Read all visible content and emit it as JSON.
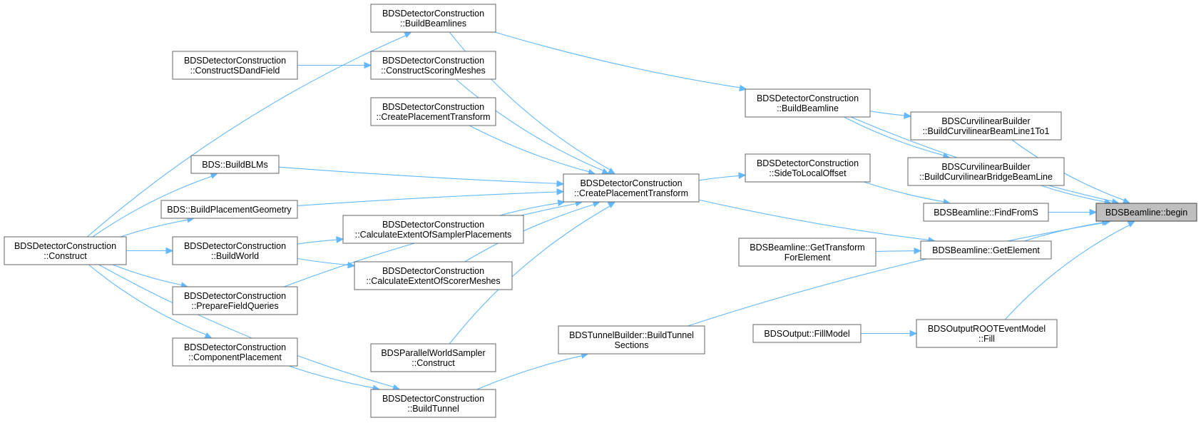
{
  "graph": {
    "nodes": [
      {
        "id": "begin",
        "lines": [
          "BDSBeamline::begin"
        ],
        "root": true
      },
      {
        "id": "buildBeamlines",
        "lines": [
          "BDSDetectorConstruction",
          "::BuildBeamlines"
        ]
      },
      {
        "id": "constructSD",
        "lines": [
          "BDSDetectorConstruction",
          "::ConstructSDandField"
        ]
      },
      {
        "id": "scoringMeshes",
        "lines": [
          "BDSDetectorConstruction",
          "::ConstructScoringMeshes"
        ]
      },
      {
        "id": "cptB",
        "lines": [
          "BDSDetectorConstruction",
          "::CreatePlacementTransform"
        ]
      },
      {
        "id": "buildBLMs",
        "lines": [
          "BDS::BuildBLMs"
        ]
      },
      {
        "id": "bpg",
        "lines": [
          "BDS::BuildPlacementGeometry"
        ]
      },
      {
        "id": "construct",
        "lines": [
          "BDSDetectorConstruction",
          "::Construct"
        ]
      },
      {
        "id": "buildWorld",
        "lines": [
          "BDSDetectorConstruction",
          "::BuildWorld"
        ]
      },
      {
        "id": "prepField",
        "lines": [
          "BDSDetectorConstruction",
          "::PrepareFieldQueries"
        ]
      },
      {
        "id": "compPlace",
        "lines": [
          "BDSDetectorConstruction",
          "::ComponentPlacement"
        ]
      },
      {
        "id": "extSampler",
        "lines": [
          "BDSDetectorConstruction",
          "::CalculateExtentOfSamplerPlacements"
        ]
      },
      {
        "id": "extScorer",
        "lines": [
          "BDSDetectorConstruction",
          "::CalculateExtentOfScorerMeshes"
        ]
      },
      {
        "id": "pwsConstruct",
        "lines": [
          "BDSParallelWorldSampler",
          "::Construct"
        ]
      },
      {
        "id": "buildTunnel",
        "lines": [
          "BDSDetectorConstruction",
          "::BuildTunnel"
        ]
      },
      {
        "id": "cptMain",
        "lines": [
          "BDSDetectorConstruction",
          "::CreatePlacementTransform"
        ]
      },
      {
        "id": "tunnelSections",
        "lines": [
          "BDSTunnelBuilder::BuildTunnel",
          "Sections"
        ]
      },
      {
        "id": "buildBeamline",
        "lines": [
          "BDSDetectorConstruction",
          "::BuildBeamline"
        ]
      },
      {
        "id": "sideToLocal",
        "lines": [
          "BDSDetectorConstruction",
          "::SideToLocalOffset"
        ]
      },
      {
        "id": "getTransform",
        "lines": [
          "BDSBeamline::GetTransform",
          "ForElement"
        ]
      },
      {
        "id": "fillModel",
        "lines": [
          "BDSOutput::FillModel"
        ]
      },
      {
        "id": "curv1to1",
        "lines": [
          "BDSCurvilinearBuilder",
          "::BuildCurvilinearBeamLine1To1"
        ]
      },
      {
        "id": "curvBridge",
        "lines": [
          "BDSCurvilinearBuilder",
          "::BuildCurvilinearBridgeBeamLine"
        ]
      },
      {
        "id": "findFromS",
        "lines": [
          "BDSBeamline::FindFromS"
        ]
      },
      {
        "id": "getElement",
        "lines": [
          "BDSBeamline::GetElement"
        ]
      },
      {
        "id": "rootFill",
        "lines": [
          "BDSOutputROOTEventModel",
          "::Fill"
        ]
      }
    ],
    "edges": [
      {
        "from": "construct",
        "to": "buildBeamlines"
      },
      {
        "from": "construct",
        "to": "buildBLMs"
      },
      {
        "from": "construct",
        "to": "bpg"
      },
      {
        "from": "construct",
        "to": "buildWorld"
      },
      {
        "from": "construct",
        "to": "prepField"
      },
      {
        "from": "construct",
        "to": "compPlace"
      },
      {
        "from": "construct",
        "to": "buildTunnel"
      },
      {
        "from": "constructSD",
        "to": "scoringMeshes"
      },
      {
        "from": "buildWorld",
        "to": "extSampler"
      },
      {
        "from": "buildWorld",
        "to": "extScorer"
      },
      {
        "from": "compPlace",
        "to": "buildTunnel"
      },
      {
        "from": "buildBeamlines",
        "to": "cptMain"
      },
      {
        "from": "scoringMeshes",
        "to": "cptMain"
      },
      {
        "from": "cptB",
        "to": "cptMain"
      },
      {
        "from": "buildBLMs",
        "to": "cptMain"
      },
      {
        "from": "bpg",
        "to": "cptMain"
      },
      {
        "from": "extSampler",
        "to": "cptMain"
      },
      {
        "from": "extScorer",
        "to": "cptMain"
      },
      {
        "from": "prepField",
        "to": "cptMain"
      },
      {
        "from": "pwsConstruct",
        "to": "cptMain"
      },
      {
        "from": "buildTunnel",
        "to": "tunnelSections"
      },
      {
        "from": "buildBeamlines",
        "to": "buildBeamline"
      },
      {
        "from": "cptMain",
        "to": "sideToLocal"
      },
      {
        "from": "cptMain",
        "to": "getElement"
      },
      {
        "from": "buildBeamline",
        "to": "curv1to1"
      },
      {
        "from": "buildBeamline",
        "to": "curvBridge"
      },
      {
        "from": "sideToLocal",
        "to": "findFromS"
      },
      {
        "from": "getTransform",
        "to": "getElement"
      },
      {
        "from": "fillModel",
        "to": "rootFill"
      },
      {
        "from": "buildBeamline",
        "to": "begin"
      },
      {
        "from": "curv1to1",
        "to": "begin"
      },
      {
        "from": "curvBridge",
        "to": "begin"
      },
      {
        "from": "findFromS",
        "to": "begin"
      },
      {
        "from": "getElement",
        "to": "begin"
      },
      {
        "from": "tunnelSections",
        "to": "begin"
      },
      {
        "from": "rootFill",
        "to": "begin"
      }
    ]
  }
}
